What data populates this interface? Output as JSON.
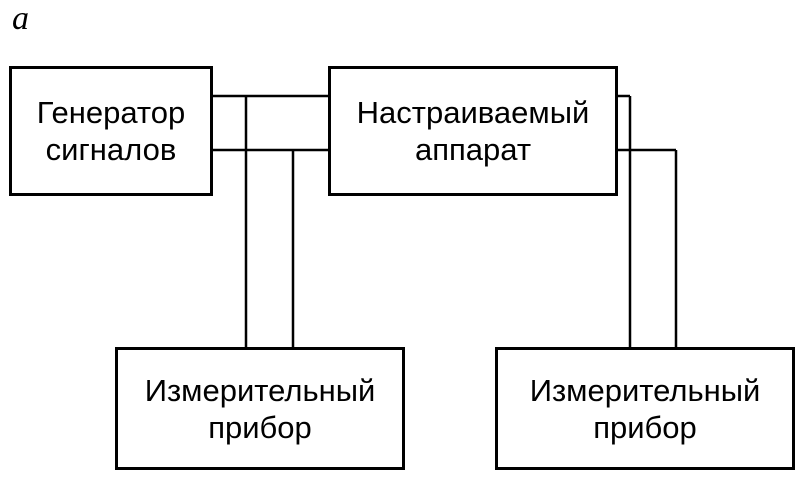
{
  "figure": {
    "label": "а"
  },
  "blocks": {
    "generator": {
      "line1": "Генератор",
      "line2": "сигналов"
    },
    "device": {
      "line1": "Настраиваемый",
      "line2": "аппарат"
    },
    "meter_1": {
      "line1": "Измерительный",
      "line2": "прибор"
    },
    "meter_2": {
      "line1": "Измерительный",
      "line2": "прибор"
    }
  },
  "colors": {
    "line": "#000000",
    "background": "#ffffff"
  }
}
